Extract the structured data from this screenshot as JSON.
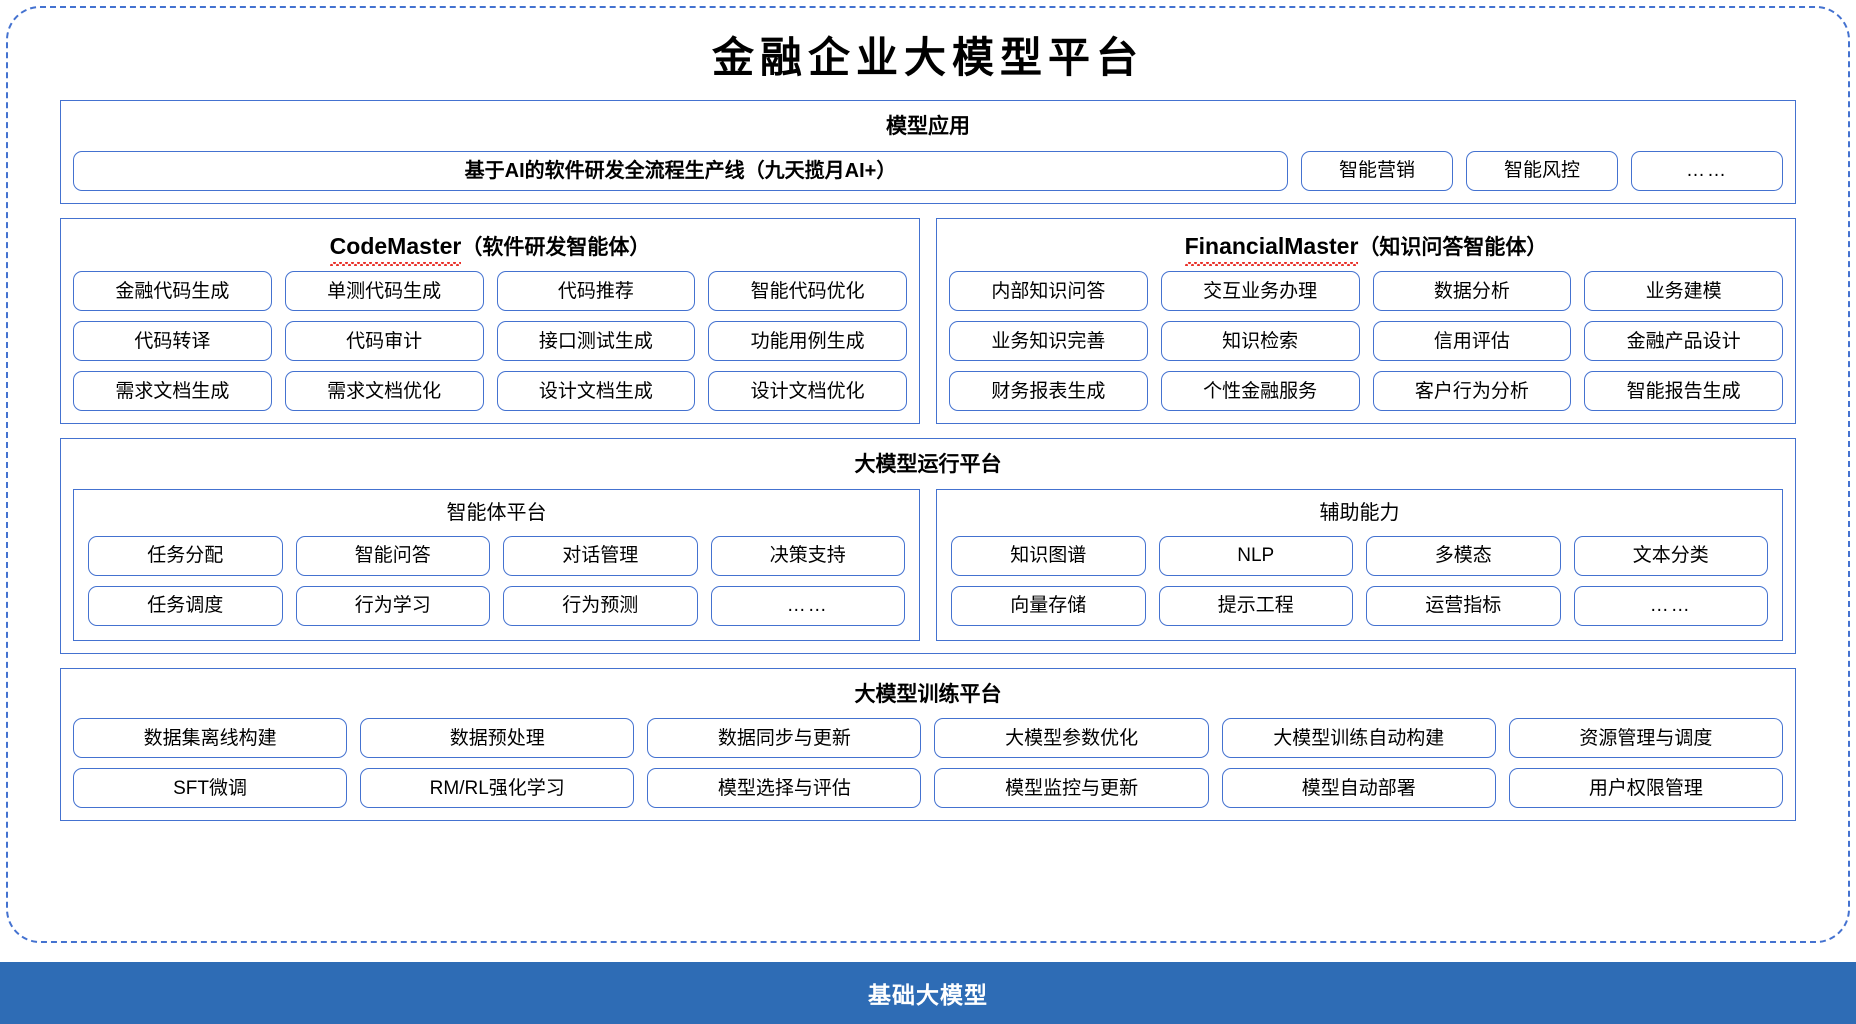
{
  "page": {
    "title": "金融企业大模型平台",
    "accent_color": "#4472d0",
    "base_bar_color": "#2e6cb5",
    "text_color": "#000000"
  },
  "sections": {
    "applications": {
      "title": "模型应用",
      "items": [
        "基于AI的软件研发全流程生产线（九天揽月AI+）",
        "智能营销",
        "智能风控",
        "……"
      ]
    },
    "code_master": {
      "title_latin": "CodeMaster",
      "title_cn": "（软件研发智能体）",
      "items": [
        "金融代码生成",
        "单测代码生成",
        "代码推荐",
        "智能代码优化",
        "代码转译",
        "代码审计",
        "接口测试生成",
        "功能用例生成",
        "需求文档生成",
        "需求文档优化",
        "设计文档生成",
        "设计文档优化"
      ]
    },
    "financial_master": {
      "title_latin": "FinancialMaster",
      "title_cn": "（知识问答智能体）",
      "items": [
        "内部知识问答",
        "交互业务办理",
        "数据分析",
        "业务建模",
        "业务知识完善",
        "知识检索",
        "信用评估",
        "金融产品设计",
        "财务报表生成",
        "个性金融服务",
        "客户行为分析",
        "智能报告生成"
      ]
    },
    "runtime_platform": {
      "title": "大模型运行平台",
      "agent_platform": {
        "title": "智能体平台",
        "items": [
          "任务分配",
          "智能问答",
          "对话管理",
          "决策支持",
          "任务调度",
          "行为学习",
          "行为预测",
          "……"
        ]
      },
      "auxiliary": {
        "title": "辅助能力",
        "items": [
          "知识图谱",
          "NLP",
          "多模态",
          "文本分类",
          "向量存储",
          "提示工程",
          "运营指标",
          "……"
        ]
      }
    },
    "training_platform": {
      "title": "大模型训练平台",
      "items": [
        "数据集离线构建",
        "数据预处理",
        "数据同步与更新",
        "大模型参数优化",
        "大模型训练自动构建",
        "资源管理与调度",
        "SFT微调",
        "RM/RL强化学习",
        "模型选择与评估",
        "模型监控与更新",
        "模型自动部署",
        "用户权限管理"
      ]
    },
    "foundation": {
      "label": "基础大模型"
    }
  }
}
